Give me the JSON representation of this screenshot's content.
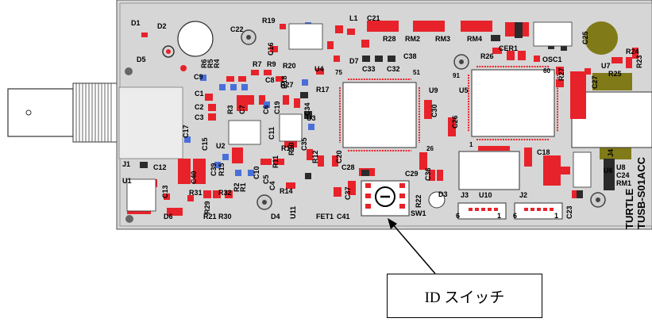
{
  "colors": {
    "board": "#d6d6d6",
    "pad_red": "#e8222a",
    "pad_blue": "#4a6fd8",
    "chip": "#2b2b2b",
    "olive": "#807a18",
    "silk": "#000000"
  },
  "board": {
    "brand_line1": "TURTLE",
    "brand_line2": "TUSB-S01ACC"
  },
  "components": {
    "D1": "D1",
    "D2": "D2",
    "D5": "D5",
    "C22": "C22",
    "R19": "R19",
    "L1": "L1",
    "C21": "C21",
    "R28": "R28",
    "RM2": "RM2",
    "RM3": "RM3",
    "RM4": "RM4",
    "CER1": "CER1",
    "R26": "R26",
    "OSC1": "OSC1",
    "C25": "C25",
    "R24": "R24",
    "R23": "R23",
    "U7": "U7",
    "R25": "R25",
    "C16": "C16",
    "R20": "R20",
    "U4": "U4",
    "D7": "D7",
    "C33": "C33",
    "C32": "C32",
    "C38": "C38",
    "pin51": "51",
    "pin75": "75",
    "pin60": "60",
    "pin91": "91",
    "pin1": "1",
    "pin26": "26",
    "R7": "R7",
    "R9": "R9",
    "R6": "R6",
    "R5": "R5",
    "R4": "R4",
    "C9": "C9",
    "C8": "C8",
    "R18": "R18",
    "R27": "R27",
    "R17": "R17",
    "C1": "C1",
    "C2": "C2",
    "C3": "C3",
    "R3": "R3",
    "C7": "C7",
    "C6": "C6",
    "C19": "C19",
    "C34": "C34",
    "U3": "U3",
    "C17": "C17",
    "C15": "C15",
    "U2": "U2",
    "C11": "C11",
    "R16": "R16",
    "C35": "C35",
    "U9": "U9",
    "C30": "C30",
    "C26": "C26",
    "U5": "U5",
    "R27b": "R27",
    "C27": "C27",
    "C18": "C18",
    "J4": "J4",
    "U8": "U8",
    "U6": "U6",
    "C24": "C24",
    "RM1": "RM1",
    "J1": "J1",
    "C12": "C12",
    "C39": "C39",
    "R15": "R15",
    "C10": "C10",
    "R11": "R11",
    "R10": "R10",
    "R12": "R12",
    "C20": "C20",
    "C28": "C28",
    "C29": "C29",
    "C36": "C36",
    "U1": "U1",
    "C13": "C13",
    "C40": "C40",
    "R31": "R31",
    "R32": "R32",
    "R2": "R2",
    "R1": "R1",
    "C5": "C5",
    "C4": "C4",
    "R14": "R14",
    "C37": "C37",
    "SW1": "SW1",
    "R22": "R22",
    "D3": "D3",
    "J3": "J3",
    "U10": "U10",
    "J2": "J2",
    "C23": "C23",
    "D6": "D6",
    "R21": "R21",
    "R30": "R30",
    "R29": "R29",
    "D4": "D4",
    "U11": "U11",
    "FET1": "FET1",
    "C41": "C41",
    "j3_pin6": "6",
    "j3_pin1": "1",
    "j2_pin6": "6",
    "j2_pin1": "1"
  },
  "callout": {
    "label": "ID スイッチ"
  }
}
